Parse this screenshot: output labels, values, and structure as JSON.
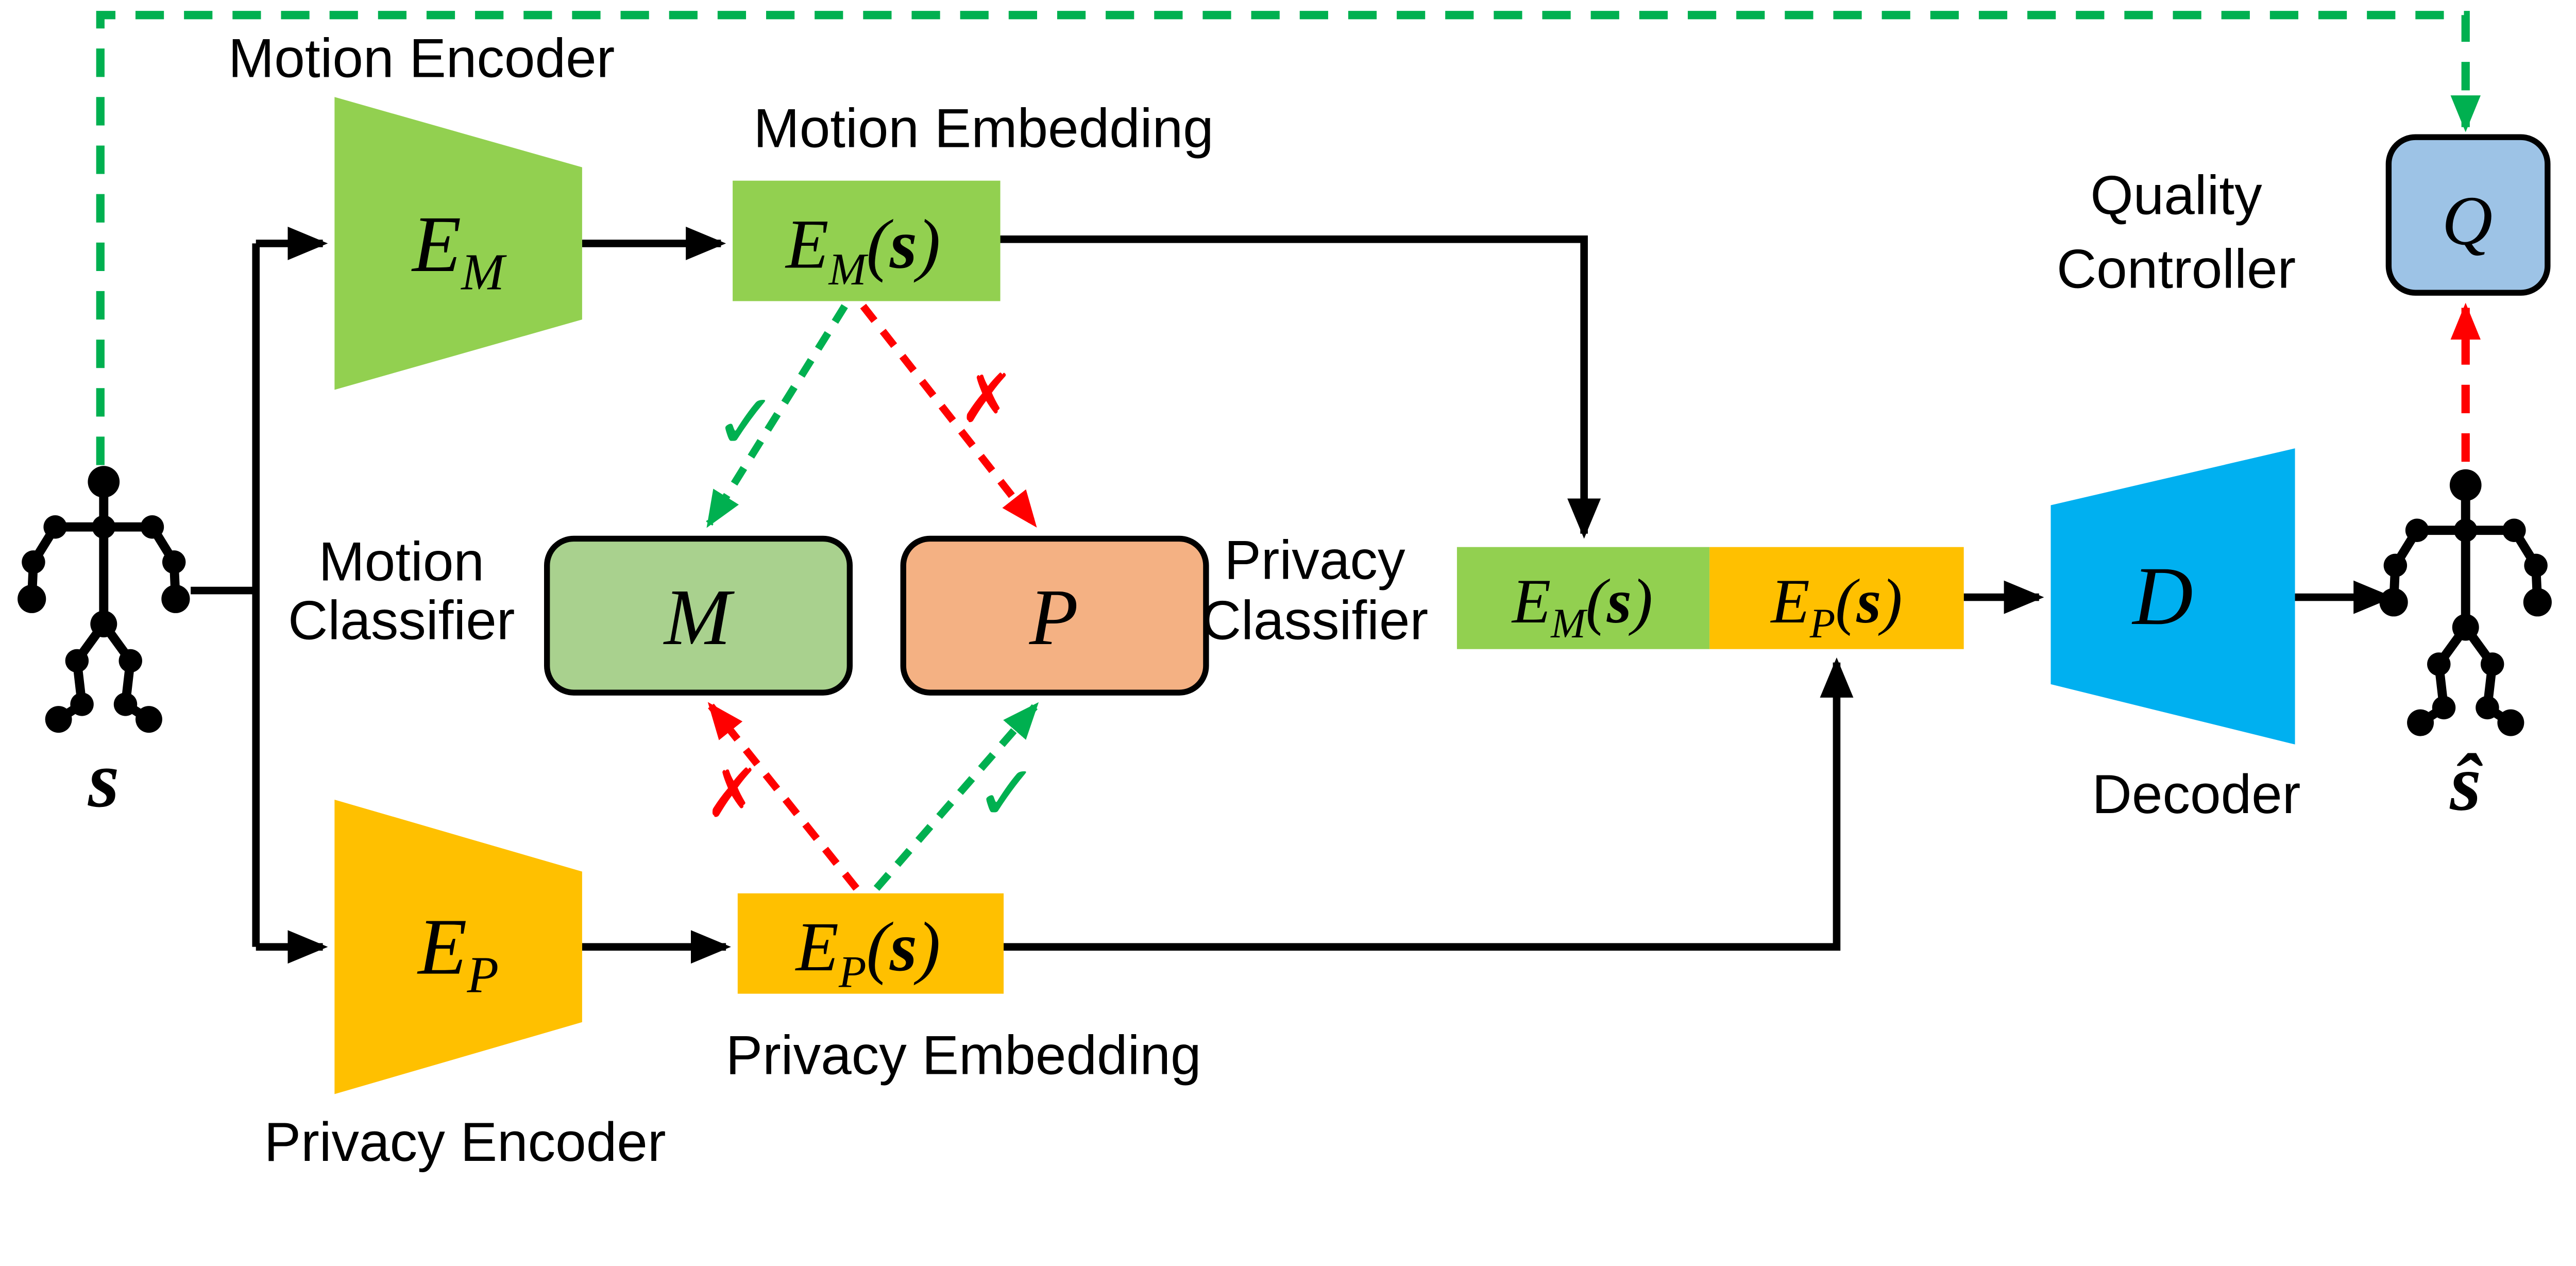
{
  "colors": {
    "encoder_green": "#92D050",
    "encoder_yellow": "#FFC000",
    "classifier_green": "#A9D18E",
    "classifier_orange": "#F4B183",
    "decoder_blue": "#00B0F0",
    "quality_blue": "#9DC3E6",
    "dashed_green": "#00B050",
    "dashed_red": "#FF0000",
    "line_black": "#000000"
  },
  "motion_encoder": {
    "label": "Motion Encoder",
    "symbol": "E",
    "symbol_sub": "M"
  },
  "privacy_encoder": {
    "label": "Privacy Encoder",
    "symbol": "E",
    "symbol_sub": "P"
  },
  "motion_embedding": {
    "label": "Motion Embedding",
    "symbol": "E",
    "symbol_sub": "M",
    "paren_open": "(",
    "argument": "s",
    "paren_close": ")"
  },
  "privacy_embedding": {
    "label": "Privacy Embedding",
    "symbol": "E",
    "symbol_sub": "P",
    "paren_open": "(",
    "argument": "s",
    "paren_close": ")"
  },
  "motion_classifier": {
    "label_line1": "Motion",
    "label_line2": "Classifier",
    "symbol": "M"
  },
  "privacy_classifier": {
    "label_line1": "Privacy",
    "label_line2": "Classifier",
    "symbol": "P"
  },
  "combined_embedding": {
    "motion": {
      "symbol": "E",
      "symbol_sub": "M",
      "paren_open": "(",
      "argument": "s",
      "paren_close": ")"
    },
    "privacy": {
      "symbol": "E",
      "symbol_sub": "P",
      "paren_open": "(",
      "argument": "s",
      "paren_close": ")"
    }
  },
  "decoder": {
    "label": "Decoder",
    "symbol": "D"
  },
  "quality_controller": {
    "label_line1": "Quality",
    "label_line2": "Controller",
    "symbol": "Q"
  },
  "input": {
    "label": "s"
  },
  "output": {
    "label": "ŝ"
  },
  "marks": {
    "check": "✓",
    "cross": "✗"
  }
}
